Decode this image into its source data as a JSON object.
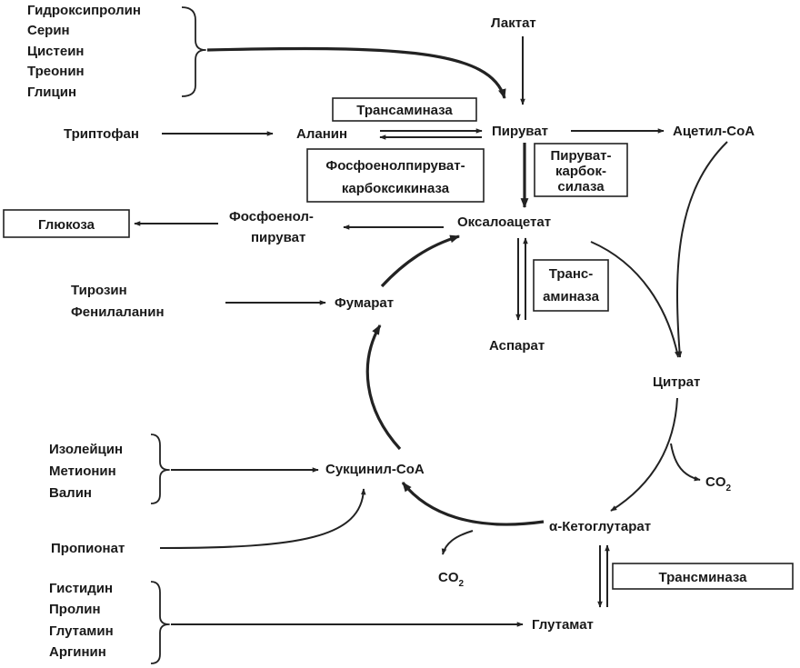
{
  "groups": {
    "top_amino_acids": [
      "Гидроксипролин",
      "Серин",
      "Цистеин",
      "Треонин",
      "Глицин"
    ],
    "aromatic": [
      "Тирозин",
      "Фенилаланин"
    ],
    "branched": [
      "Изолейцин",
      "Метионин",
      "Валин"
    ],
    "glutamate_family": [
      "Гистидин",
      "Пролин",
      "Глутамин",
      "Аргинин"
    ]
  },
  "metabolites": {
    "lactate": "Лактат",
    "tryptophan": "Триптофан",
    "alanine": "Аланин",
    "pyruvate": "Пируват",
    "acetyl_coa": "Ацетил-СоА",
    "glucose": "Глюкоза",
    "pep_line1": "Фосфоенол-",
    "pep_line2": "пируват",
    "oxaloacetate": "Оксалоацетат",
    "fumarate": "Фумарат",
    "aspartate": "Аспарат",
    "citrate": "Цитрат",
    "co2_main": "CO",
    "co2_sub": "2",
    "succinyl_coa": "Сукцинил-СоА",
    "alpha_kg": "α-Кетоглутарат",
    "propionate": "Пропионат",
    "glutamate": "Глутамат"
  },
  "enzymes": {
    "transaminase_top": "Трансаминаза",
    "pepck_line1": "Фосфоенолпируват-",
    "pepck_line2": "карбоксикиназа",
    "pc_line1": "Пируват-",
    "pc_line2": "карбок-",
    "pc_line3": "силаза",
    "ta_mid_line1": "Транс-",
    "ta_mid_line2": "аминаза",
    "transminase_bottom": "Трансминаза"
  }
}
